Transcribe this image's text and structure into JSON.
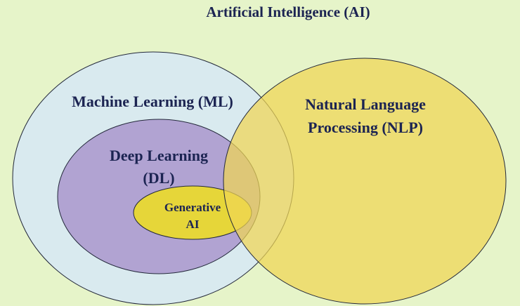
{
  "diagram": {
    "title": "Artificial Intelligence (AI)",
    "sets": {
      "ml": {
        "label": "Machine Learning (ML)"
      },
      "dl": {
        "label_line1": "Deep Learning",
        "label_line2": "(DL)"
      },
      "genai": {
        "label_line1": "Generative",
        "label_line2": "AI"
      },
      "nlp": {
        "label_line1": "Natural Language",
        "label_line2": "Processing (NLP)"
      }
    }
  },
  "colors": {
    "background": "#e6f4c9",
    "ml_fill": "#d9eaef",
    "dl_fill": "#b1a3d2",
    "genai_fill": "#e6d639",
    "nlp_fill": "#f0d653",
    "outline": "#23283a",
    "label_text": "#1c2452"
  }
}
